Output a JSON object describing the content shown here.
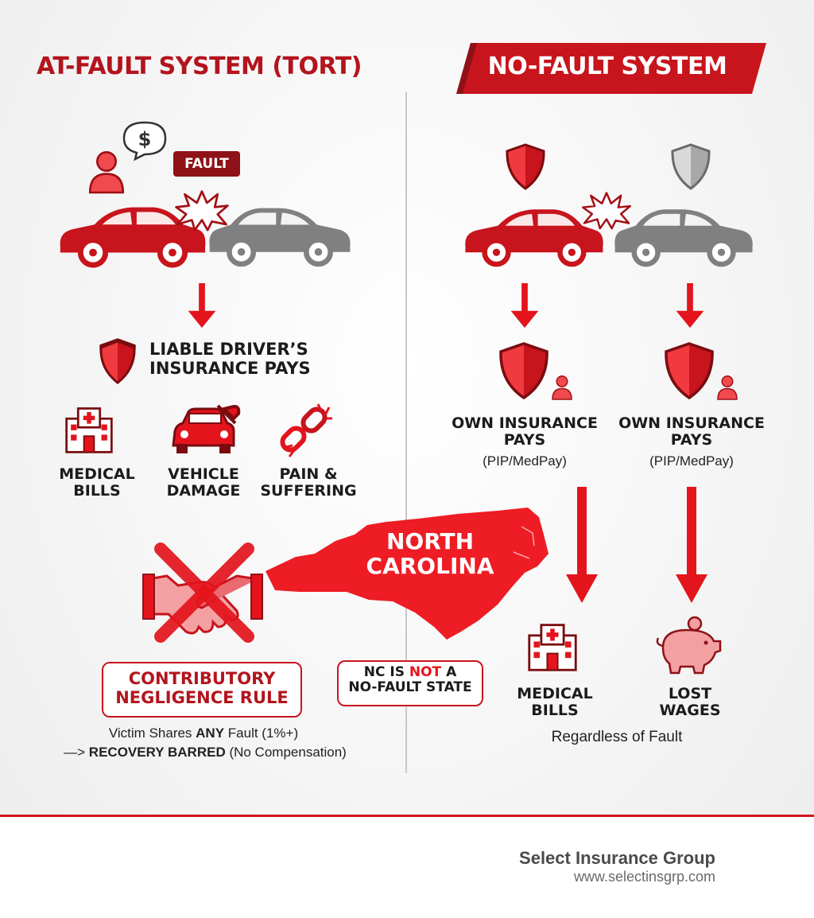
{
  "left": {
    "title": "AT-FAULT SYSTEM (TORT)",
    "fault_tag": "FAULT",
    "payer": [
      "LIABLE DRIVER’S",
      "INSURANCE PAYS"
    ],
    "items": [
      {
        "icon": "hospital-icon",
        "lines": [
          "MEDICAL",
          "BILLS"
        ]
      },
      {
        "icon": "car-repair-icon",
        "lines": [
          "VEHICLE",
          "DAMAGE"
        ]
      },
      {
        "icon": "broken-chain-icon",
        "lines": [
          "PAIN &",
          "SUFFERING"
        ]
      }
    ],
    "rule_box": [
      "CONTRIBUTORY",
      "NEGLIGENCE RULE"
    ],
    "rule_desc_line1_pre": "Victim Shares ",
    "rule_desc_line1_bold": "ANY",
    "rule_desc_line1_post": " Fault (1%+)",
    "rule_desc_line2_arrow": "—> ",
    "rule_desc_line2_bold": "RECOVERY BARRED",
    "rule_desc_line2_post": " (No Compensation)"
  },
  "right": {
    "title": "NO-FAULT SYSTEM",
    "payer_columns": [
      {
        "lines": [
          "OWN INSURANCE",
          "PAYS"
        ],
        "sub": "(PIP/MedPay)"
      },
      {
        "lines": [
          "OWN INSURANCE",
          "PAYS"
        ],
        "sub": "(PIP/MedPay)"
      }
    ],
    "items": [
      {
        "icon": "hospital-icon",
        "lines": [
          "MEDICAL",
          "BILLS"
        ]
      },
      {
        "icon": "piggy-bank-icon",
        "lines": [
          "LOST",
          "WAGES"
        ]
      }
    ],
    "footnote": "Regardless of Fault"
  },
  "center": {
    "state_lines": [
      "NORTH",
      "CAROLINA"
    ],
    "nc_box_line1_pre": "NC IS ",
    "nc_box_line1_em": "NOT",
    "nc_box_line1_post": " A",
    "nc_box_line2": "NO-FAULT STATE"
  },
  "footer": {
    "company": "Select Insurance Group",
    "website": "www.selectinsgrp.com"
  },
  "colors": {
    "accent_red": "#d3141c",
    "dark_red": "#8e1217",
    "gray_car": "#808080"
  }
}
